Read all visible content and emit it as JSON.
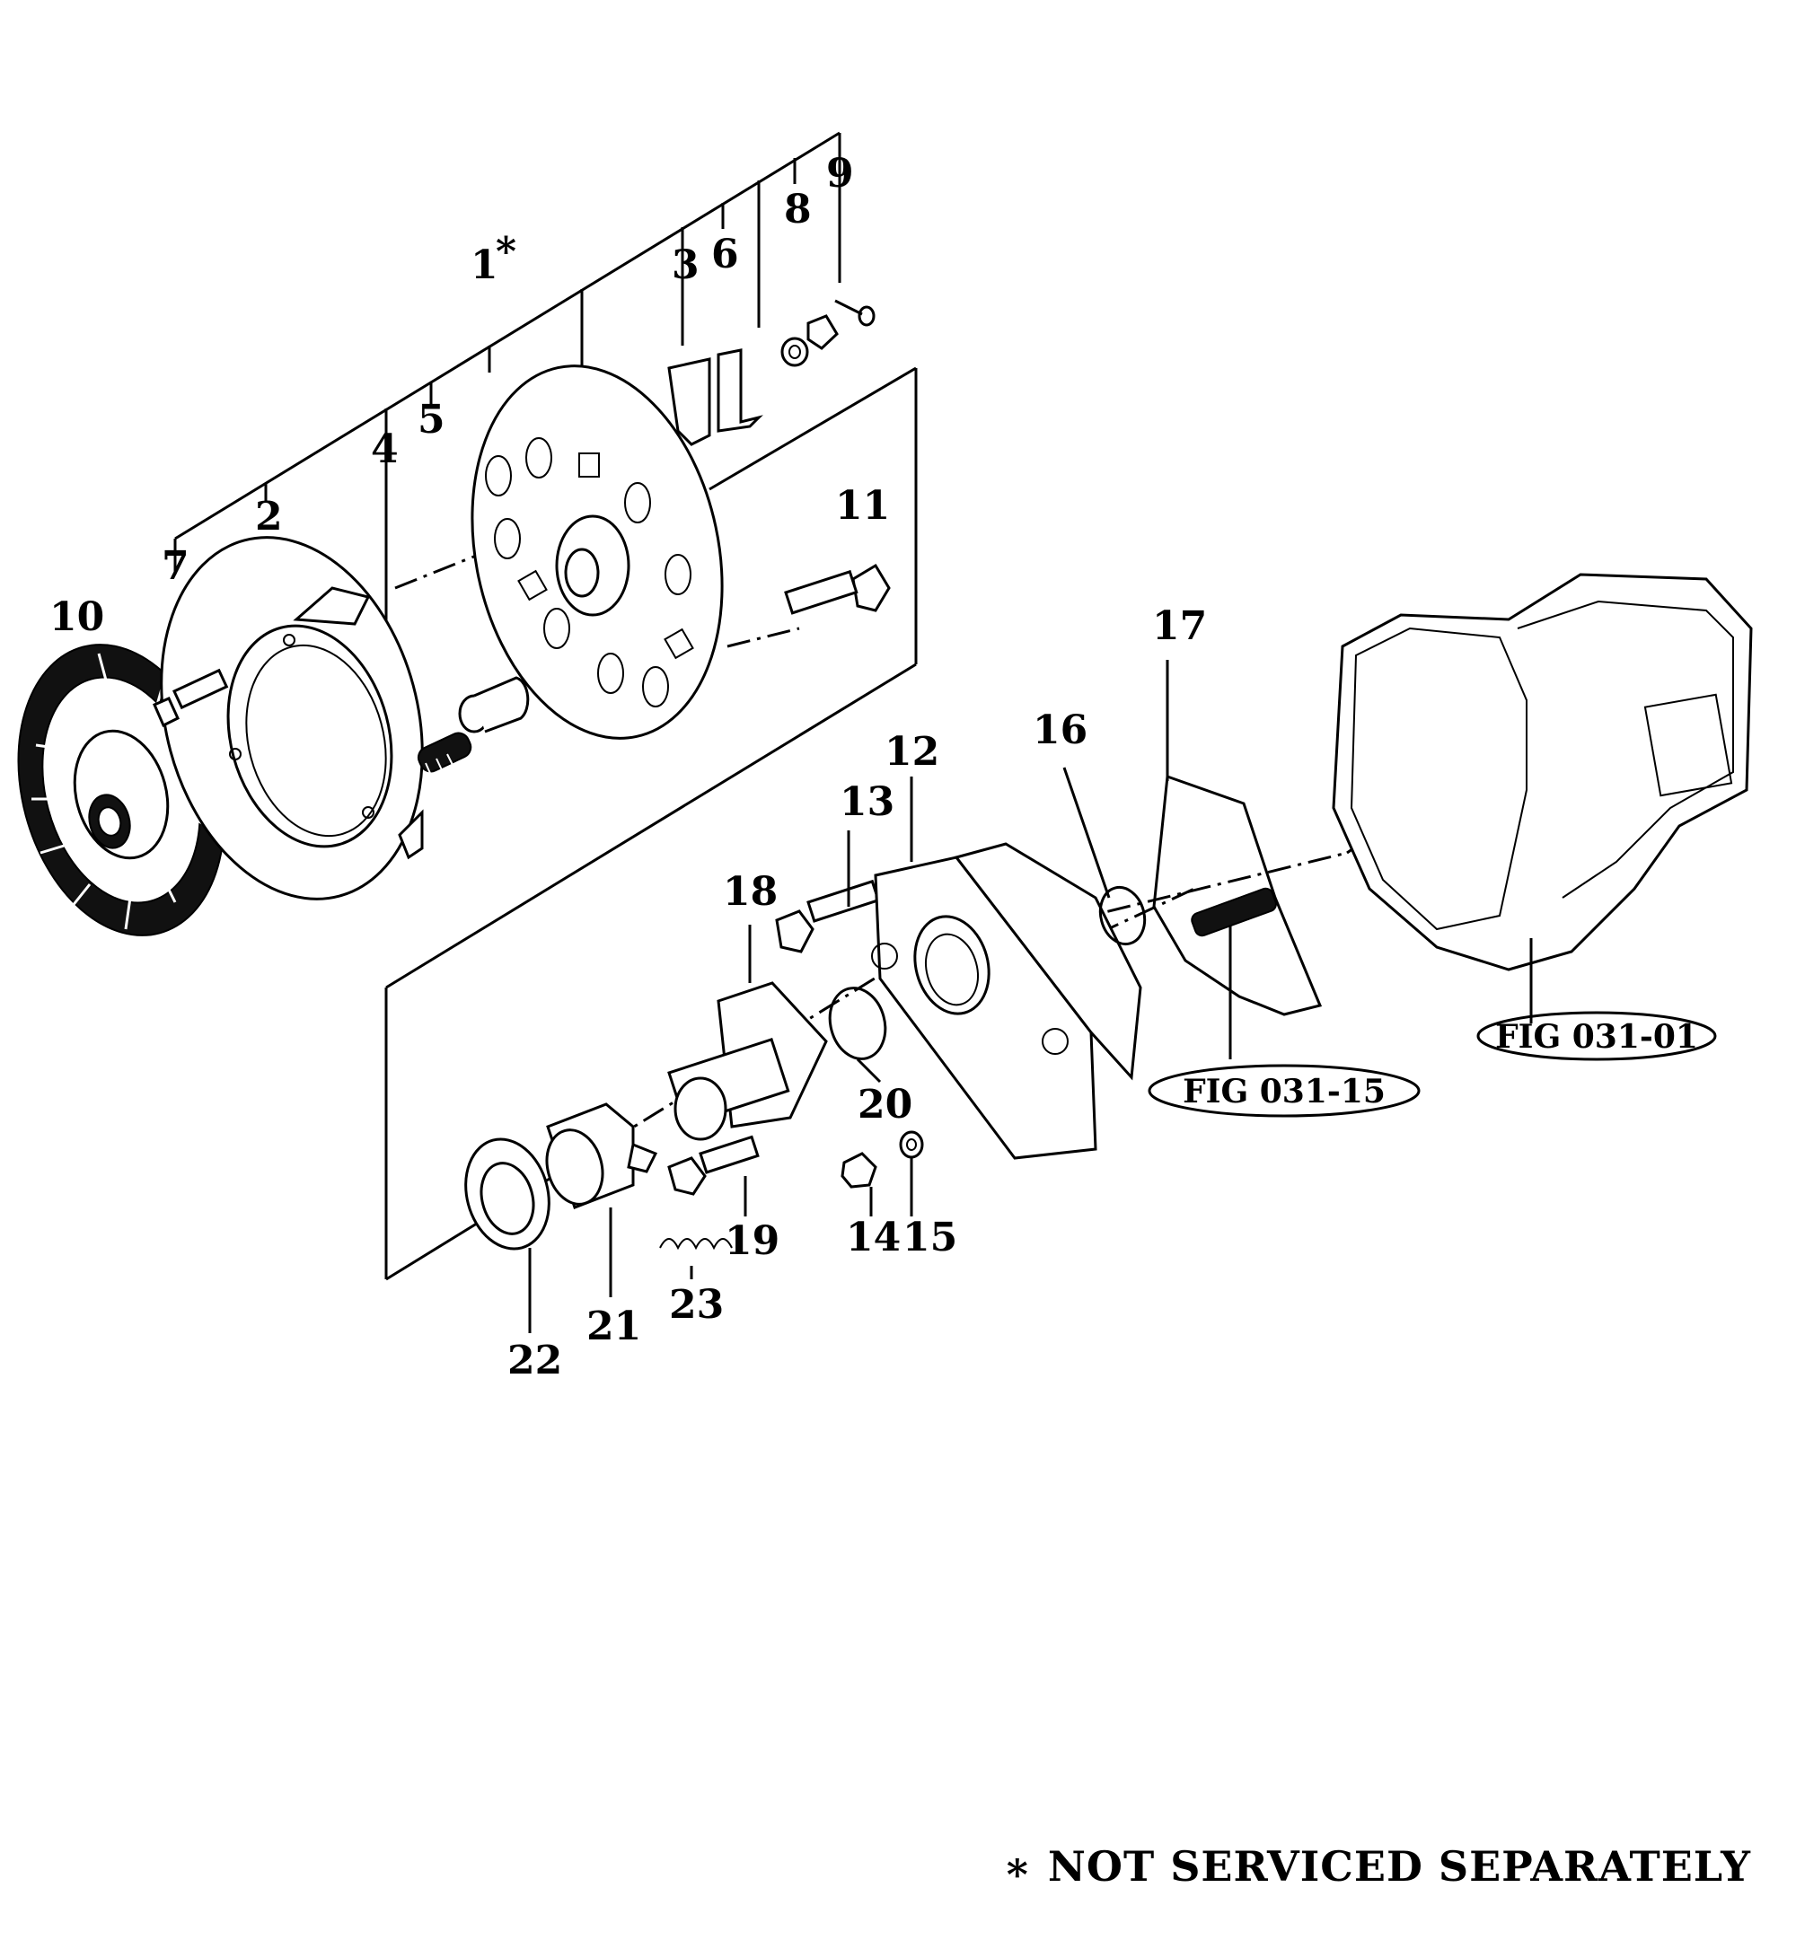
{
  "callouts": {
    "c1": "1",
    "c1_mark": "*",
    "c2": "2",
    "c3": "3",
    "c4": "4",
    "c5": "5",
    "c6": "6",
    "c7": "7",
    "c8": "8",
    "c9": "9",
    "c10": "10",
    "c11": "11",
    "c12": "12",
    "c13": "13",
    "c14": "14",
    "c15": "15",
    "c16": "16",
    "c17": "17",
    "c18": "18",
    "c19": "19",
    "c20": "20",
    "c21": "21",
    "c22": "22",
    "c23": "23"
  },
  "references": {
    "fig_031_15": "FIG 031-15",
    "fig_031_01": "FIG 031-01"
  },
  "footnote": {
    "text": "∗ NOT SERVICED SEPARATELY"
  }
}
